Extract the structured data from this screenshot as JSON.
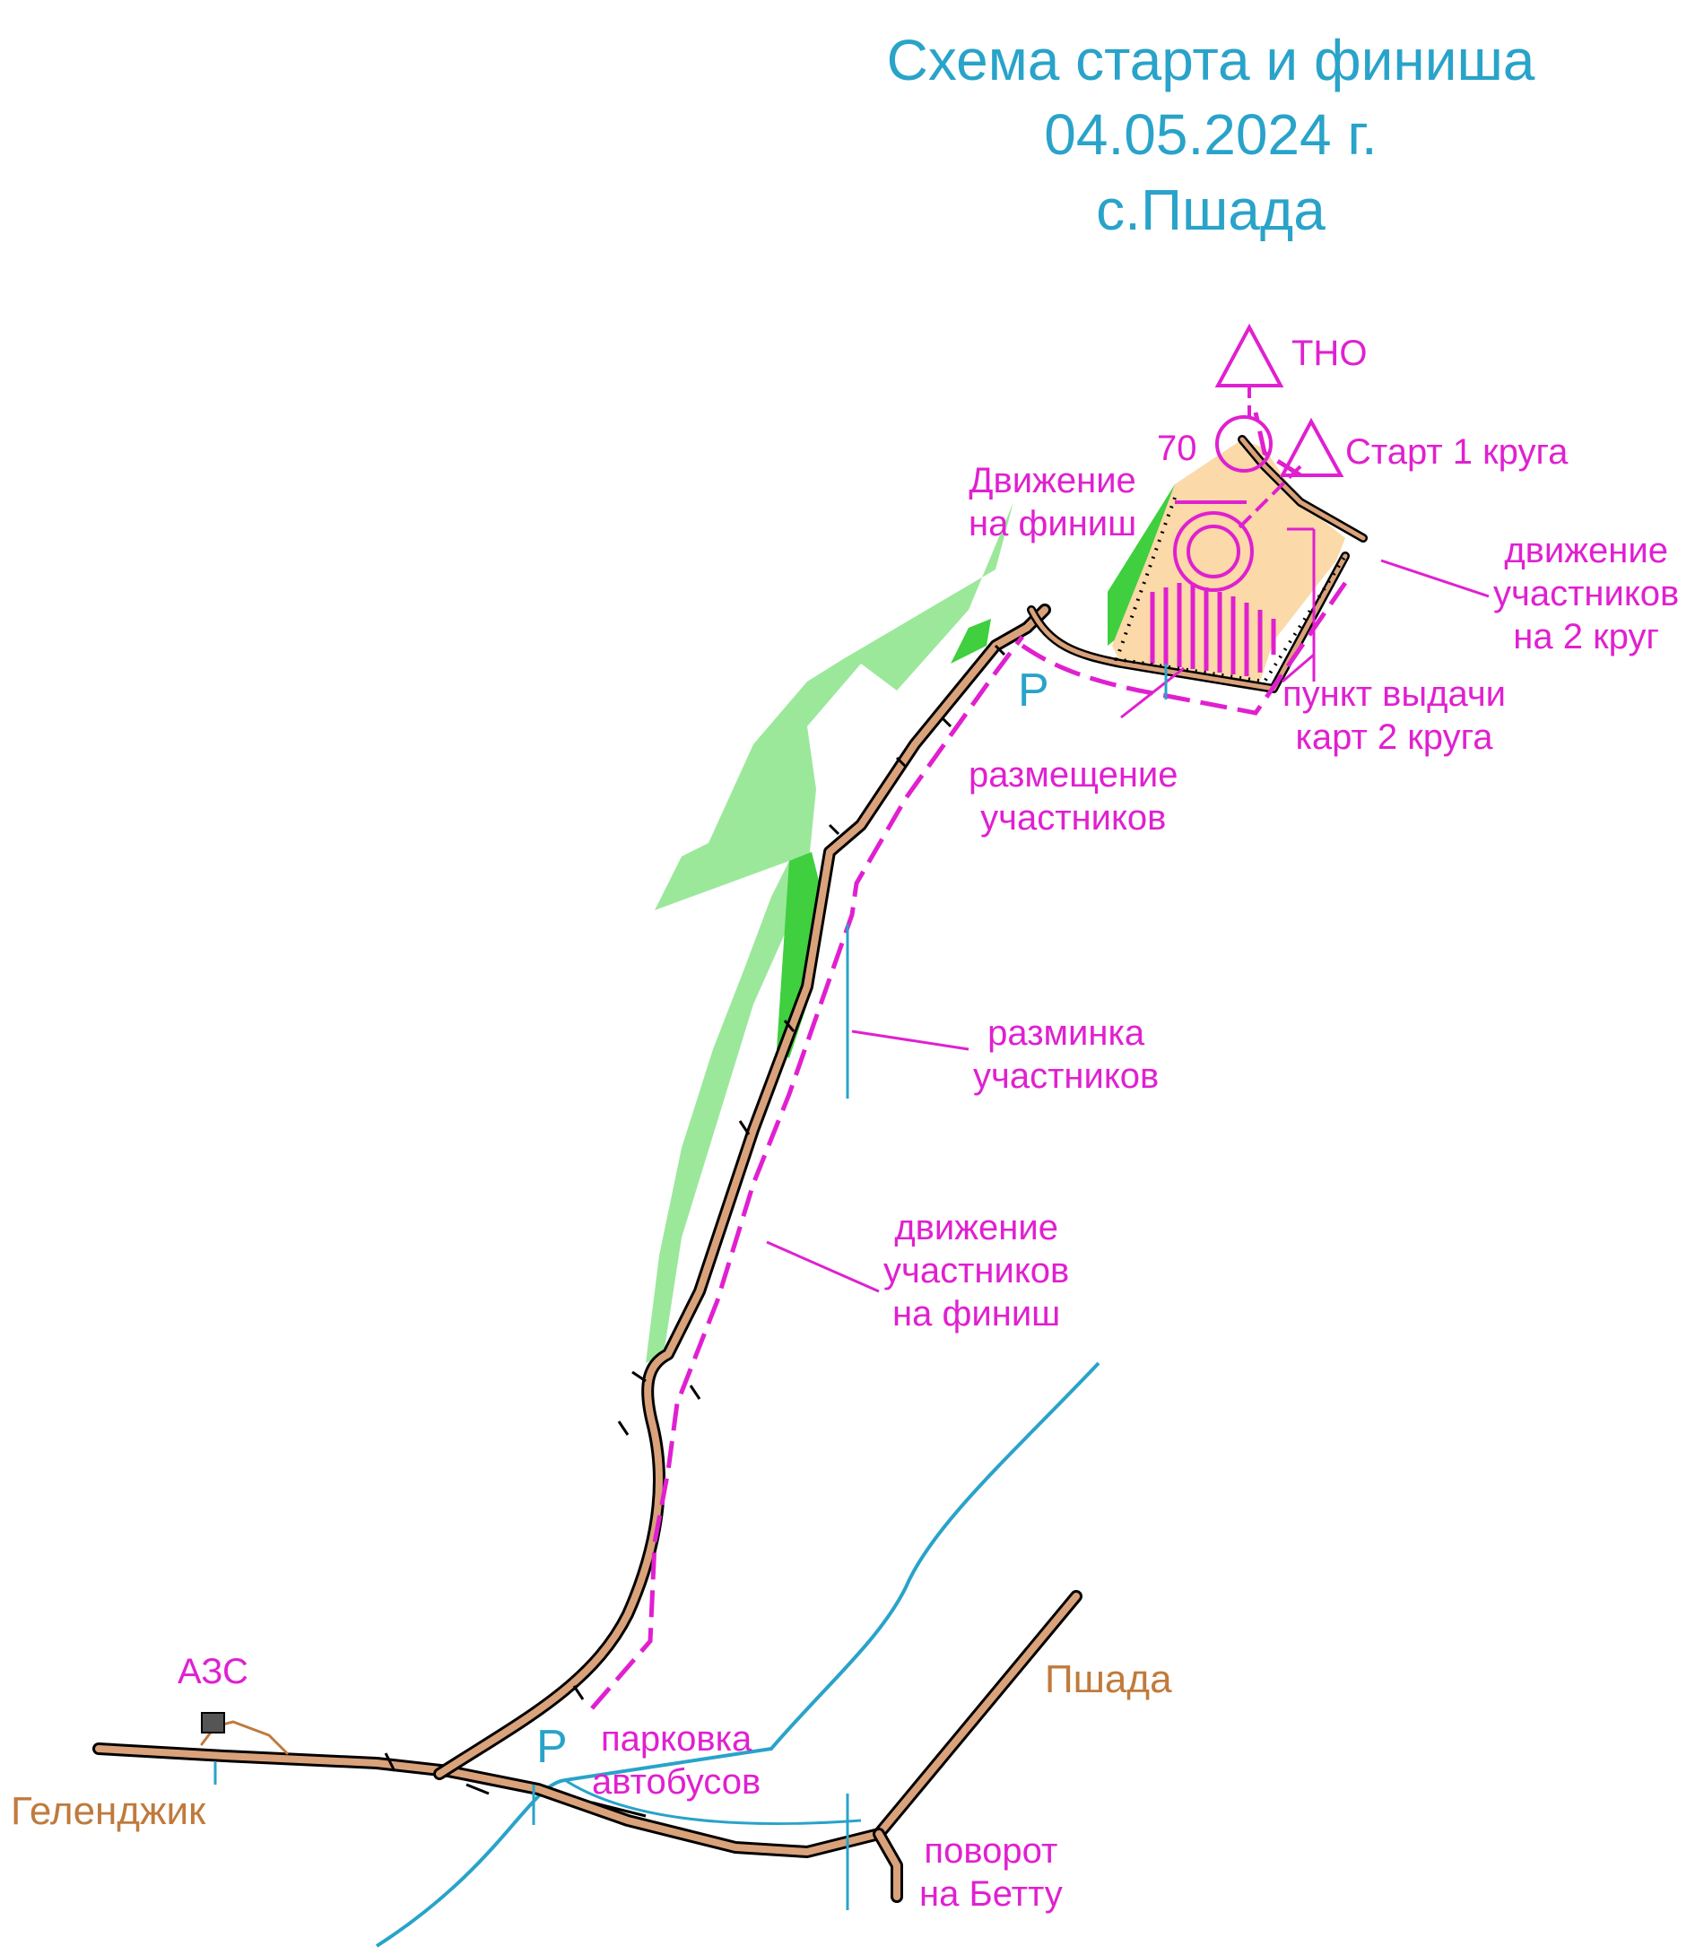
{
  "title": {
    "line1": "Схема старта и финиша",
    "line2": "04.05.2024 г.",
    "line3": "с.Пшада"
  },
  "labels": {
    "tno": "ТНО",
    "start_lap1": "Старт 1 круга",
    "control_number": "70",
    "to_finish": [
      "Движение",
      "на финиш"
    ],
    "lap2_movement": [
      "движение",
      "участников",
      "на 2 круг"
    ],
    "map_issue": [
      "пункт выдачи",
      "карт 2 круга"
    ],
    "placement": [
      "размещение",
      "участников"
    ],
    "warmup": [
      "разминка",
      "участников"
    ],
    "finish_movement": [
      "движение",
      "участников",
      "на финиш"
    ],
    "gas_station": "АЗС",
    "bus_parking": [
      "парковка",
      "автобусов"
    ],
    "turn_betta": [
      "поворот",
      "на Бетту"
    ],
    "parking_symbol": "P",
    "town_left": "Геленджик",
    "town_right": "Пшада"
  },
  "colors": {
    "overprint": "#e020d0",
    "title": "#29a3c9",
    "road_fill": "#d9a27a",
    "road_casing": "#000000",
    "forest_green": "#3fcf3f",
    "light_green": "#9be89b",
    "open_land": "#fbd9a8",
    "water": "#29a3c9",
    "place_name": "#c07a3c"
  }
}
